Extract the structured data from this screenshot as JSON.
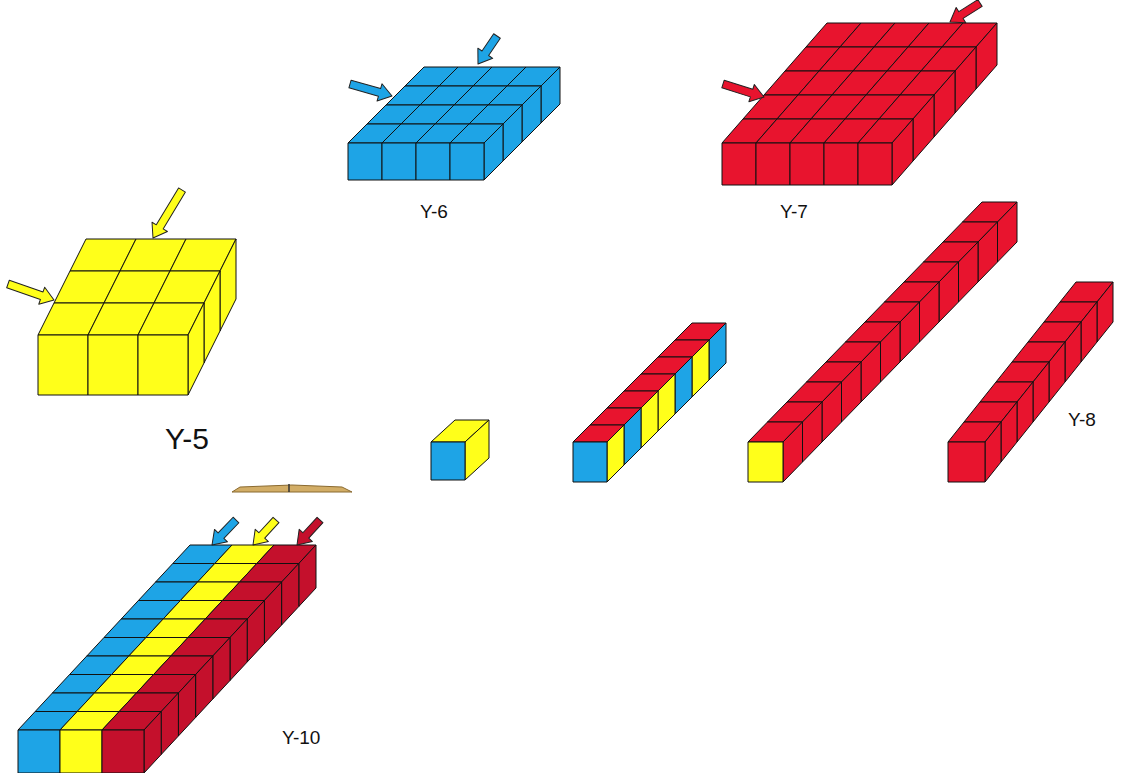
{
  "diagram": {
    "labels": [
      "Y-5",
      "Y-6",
      "Y-7",
      "Y-8",
      "Y-10"
    ]
  }
}
